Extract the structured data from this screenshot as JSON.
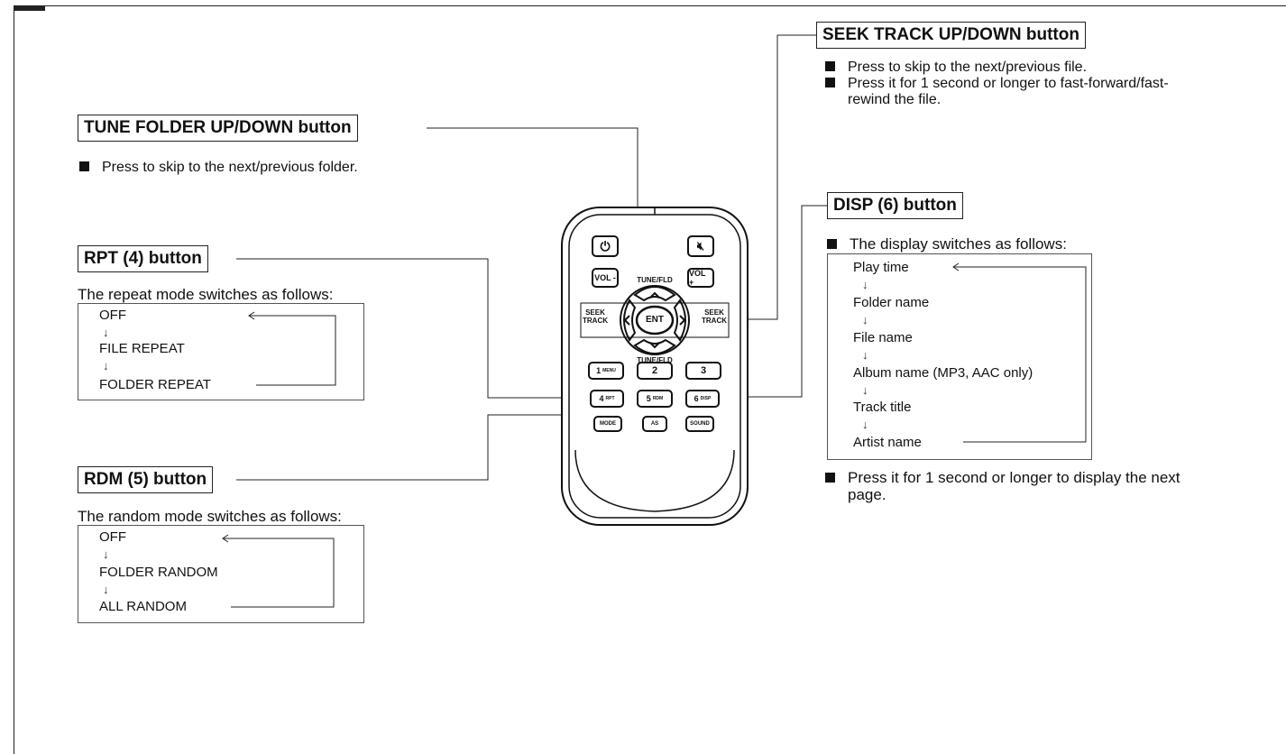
{
  "labels": {
    "seek": "SEEK TRACK UP/DOWN button",
    "tune": "TUNE FOLDER UP/DOWN button",
    "rpt": "RPT (4) button",
    "rdm": "RDM (5) button",
    "disp": "DISP (6) button"
  },
  "seek_notes": [
    "Press to skip to the next/previous file.",
    "Press it for 1 second or longer to fast-forward/fast-",
    "rewind the file."
  ],
  "tune_note": "Press to skip to the next/previous folder.",
  "rpt_intro": "The repeat mode switches as follows:",
  "rpt_modes": [
    "OFF",
    "FILE REPEAT",
    "FOLDER REPEAT"
  ],
  "rdm_intro": "The random mode switches as follows:",
  "rdm_modes": [
    "OFF",
    "FOLDER RANDOM",
    "ALL RANDOM"
  ],
  "disp_intro": "The display switches as follows:",
  "disp_modes": [
    "Play time",
    "Folder name",
    "File name",
    "Album name (MP3, AAC only)",
    "Track title",
    "Artist name"
  ],
  "disp_note_1": "Press it for 1 second or longer to display the next",
  "disp_note_2": "page.",
  "remote": {
    "vol_minus": "VOL -",
    "vol_plus": "VOL +",
    "tune_fld": "TUNE/FLD",
    "seek_line1": "SEEK",
    "seek_line2": "TRACK",
    "ent": "ENT",
    "b1": "1",
    "b1_sub": "MENU",
    "b2": "2",
    "b3": "3",
    "b4": "4",
    "b4_sub": "RPT",
    "b5": "5",
    "b5_sub": "RDM",
    "b6": "6",
    "b6_sub": "DISP",
    "mode": "MODE",
    "as": "AS",
    "sound": "SOUND"
  }
}
